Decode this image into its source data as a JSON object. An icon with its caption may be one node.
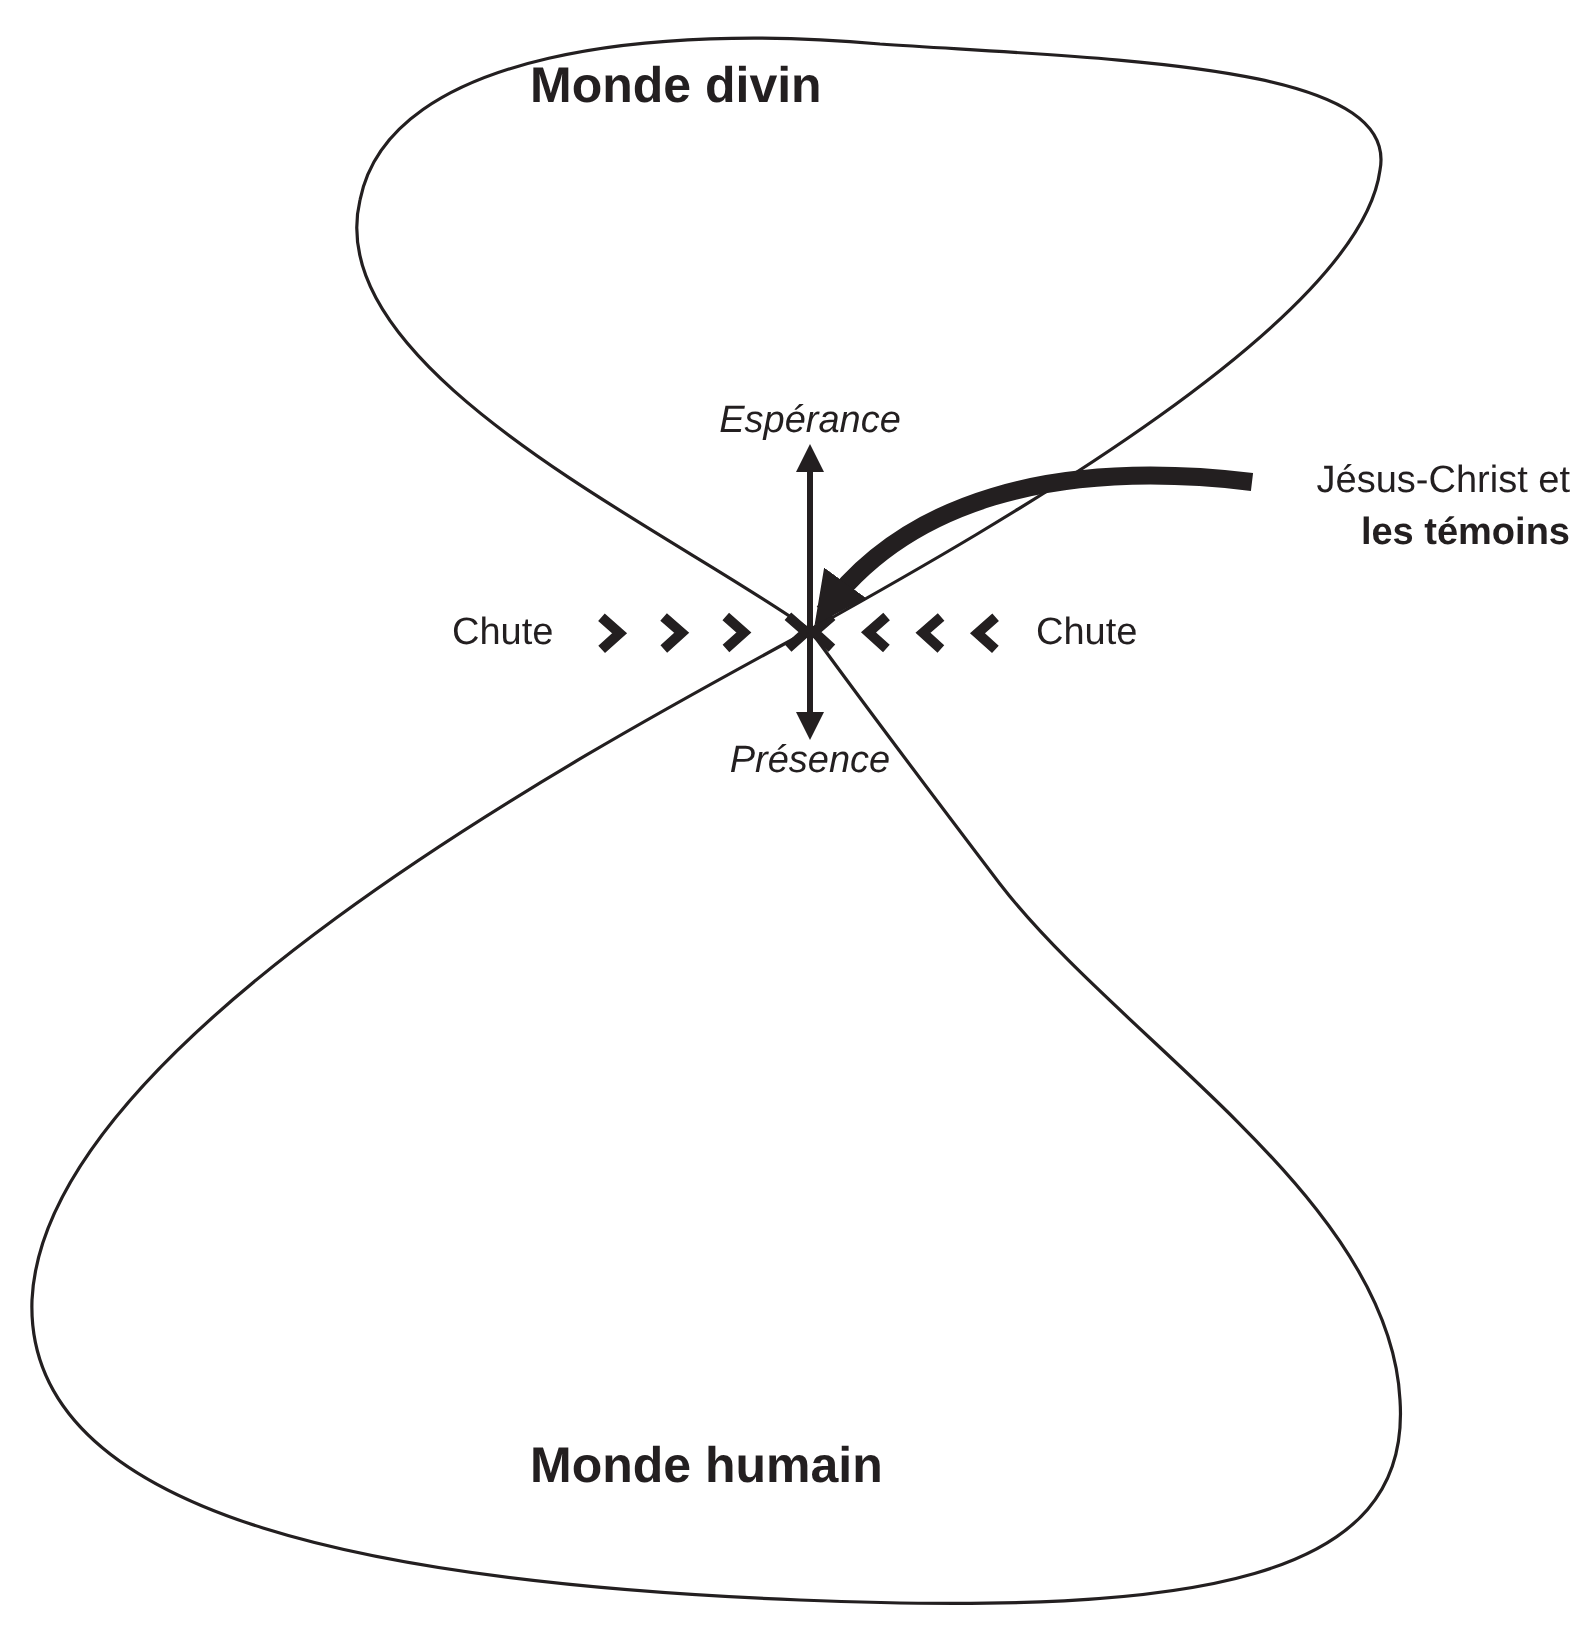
{
  "diagram": {
    "nodes": [
      {
        "text": [
          "Monde divin"
        ]
      },
      {
        "text": [
          "Monde humain"
        ]
      },
      {
        "text": [
          "Espérance"
        ],
        "in": 0
      },
      {
        "text": [
          "Présence"
        ],
        "in": 1
      },
      {
        "text": [
          "Chute"
        ]
      },
      {
        "text": [
          "Chute"
        ]
      },
      {
        "text": [
          "Jésus-Christ et **les témoins**"
        ]
      }
    ],
    "edges": [
      {
        "from": 3,
        "to": 2,
        "arrow": "both"
      },
      {
        "from": 4,
        "to": null,
        "arrow": "to"
      },
      {
        "from": 5,
        "to": null,
        "arrow": "to"
      },
      {
        "from": 6,
        "to": 0,
        "arrow": "to",
        "style": "thick"
      }
    ]
  }
}
